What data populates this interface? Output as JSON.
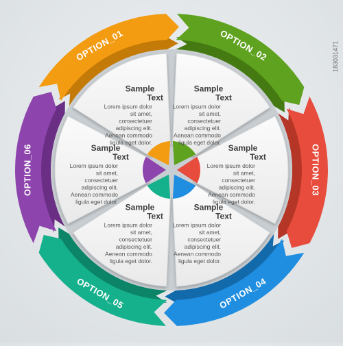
{
  "options": [
    {
      "label": "OPTION_01",
      "color": "#f39c12",
      "side": "#c47a06"
    },
    {
      "label": "OPTION_02",
      "color": "#5fa21f",
      "side": "#457a12"
    },
    {
      "label": "OPTION_03",
      "color": "#e74c3c",
      "side": "#b53526"
    },
    {
      "label": "OPTION_04",
      "color": "#1f8de0",
      "side": "#136aab"
    },
    {
      "label": "OPTION_05",
      "color": "#15b08c",
      "side": "#0c8468"
    },
    {
      "label": "OPTION_06",
      "color": "#8e44ad",
      "side": "#6a2f84"
    }
  ],
  "segments": [
    {
      "title_1": "Sample",
      "title_2": "Text",
      "body": [
        "Lorem ipsum dolor",
        "sit amet,",
        "consectetuer",
        "adipiscing elit.",
        "Aenean commodo",
        "ligula eget dolor."
      ]
    },
    {
      "title_1": "Sample",
      "title_2": "Text",
      "body": [
        "Lorem ipsum dolor",
        "sit amet,",
        "consectetuer",
        "adipiscing elit.",
        "Aenean commodo",
        "ligula eget dolor."
      ]
    },
    {
      "title_1": "Sample",
      "title_2": "Text",
      "body": [
        "Lorem ipsum dolor",
        "sit amet,",
        "consectetuer",
        "adipiscing elit.",
        "Aenean commodo",
        "ligula eget dolor."
      ]
    },
    {
      "title_1": "Sample",
      "title_2": "Text",
      "body": [
        "Lorem ipsum dolor",
        "sit amet,",
        "consectetuer",
        "adipiscing elit.",
        "Aenean commodo",
        "ligula eget dolor."
      ]
    },
    {
      "title_1": "Sample",
      "title_2": "Text",
      "body": [
        "Lorem ipsum dolor",
        "sit amet,",
        "consectetuer",
        "adipiscing elit.",
        "Aenean commodo",
        "ligula eget dolor."
      ]
    },
    {
      "title_1": "Sample",
      "title_2": "Text",
      "body": [
        "Lorem ipsum dolor",
        "sit amet,",
        "consectetuer",
        "adipiscing elit.",
        "Aenean commodo",
        "ligula eget dolor."
      ]
    }
  ],
  "watermark": "183031471"
}
